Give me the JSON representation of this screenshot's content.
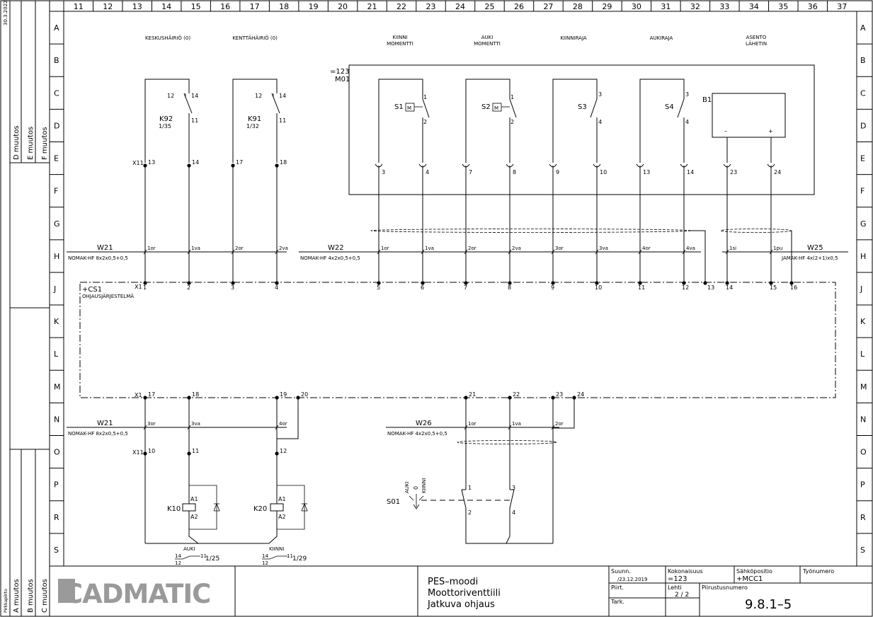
{
  "side_margin": {
    "date": "30.3.2022",
    "bottom_label": "Pirkkapiirto",
    "revisions_top": [
      "D muutos",
      "E muutos",
      "F muutos"
    ],
    "revisions_bottom": [
      "A muutos",
      "B muutos",
      "C muutos"
    ]
  },
  "grid": {
    "columns": [
      "11",
      "12",
      "13",
      "14",
      "15",
      "16",
      "17",
      "18",
      "19",
      "20",
      "21",
      "22",
      "23",
      "24",
      "25",
      "26",
      "27",
      "28",
      "29",
      "30",
      "31",
      "32",
      "33",
      "34",
      "35",
      "36",
      "37"
    ],
    "rows": [
      "A",
      "B",
      "C",
      "D",
      "E",
      "F",
      "G",
      "H",
      "J",
      "K",
      "L",
      "M",
      "N",
      "O",
      "P",
      "R",
      "S"
    ]
  },
  "headers": {
    "keskushairio": "KESKUSHÄIRIÖ (0)",
    "kenttahairio": "KENTTÄHÄIRIÖ (0)",
    "kiinni_momentti": [
      "KIINNI",
      "MOMENTTI"
    ],
    "auki_momentti": [
      "AUKI",
      "MOMENTTI"
    ],
    "kiinniraja": "KIINNIRAJA",
    "aukiraja": "AUKIRAJA",
    "asento_lahetin": [
      "ASENTO",
      "LÄHETIN"
    ]
  },
  "motor_box": {
    "id": "=123",
    "sub": "M01"
  },
  "relays": {
    "k92": "K92",
    "k92_ref": "1/35",
    "k91": "K91",
    "k91_ref": "1/32",
    "pin12": "12",
    "pin14": "14",
    "pin11": "11"
  },
  "switches": {
    "s1": "S1",
    "s2": "S2",
    "s3": "S3",
    "s4": "S4",
    "b1": "B1",
    "m": "M",
    "pin1": "1",
    "pin2": "2",
    "pin3": "3",
    "pin4": "4",
    "minus": "–",
    "plus": "+"
  },
  "motor_terminals": [
    "3",
    "4",
    "7",
    "8",
    "9",
    "10",
    "13",
    "14",
    "23",
    "24"
  ],
  "x11_top": {
    "label": "X11",
    "terms": [
      "13",
      "14",
      "17",
      "18"
    ]
  },
  "cables": {
    "w21": {
      "name": "W21",
      "spec": "NOMAK-HF 8x2x0,5+0,5",
      "cores": [
        "1or",
        "1va",
        "2or",
        "2va"
      ]
    },
    "w22": {
      "name": "W22",
      "spec": "NOMAK-HF 4x2x0,5+0,5",
      "cores": [
        "1or",
        "1va",
        "2or",
        "2va",
        "3or",
        "3va",
        "4or",
        "4va"
      ]
    },
    "w25": {
      "name": "W25",
      "spec": "JAMAK-HF 4x(2+1)x0,5",
      "cores": [
        "1si",
        "1pu"
      ]
    },
    "w21b": {
      "name": "W21",
      "spec": "NOMAK-HF 8x2x0,5+0,5",
      "cores": [
        "3or",
        "3va",
        "4or"
      ]
    },
    "w26": {
      "name": "W26",
      "spec": "NOMAK-HF 4x2x0,5+0,5",
      "cores": [
        "1or",
        "1va",
        "2or"
      ]
    }
  },
  "cs1": {
    "id": "+CS1",
    "name": "OHJAUSJÄRJESTELMÄ",
    "x1": "X1",
    "top_terms": [
      "1",
      "2",
      "3",
      "4",
      "5",
      "6",
      "7",
      "8",
      "9",
      "10",
      "11",
      "12",
      "13",
      "14",
      "15",
      "16"
    ],
    "bottom_terms": [
      "17",
      "18",
      "19",
      "20",
      "21",
      "22",
      "23",
      "24"
    ]
  },
  "x11_bottom": {
    "label": "X11",
    "terms": [
      "10",
      "11",
      "12"
    ]
  },
  "coils": {
    "k10": "K10",
    "k20": "K20",
    "a1": "A1",
    "a2": "A2",
    "auki": "AUKI",
    "kiinni": "KIINNI",
    "ref14": "14",
    "ref12": "12",
    "ref11": "11",
    "k10_ref": "1/25",
    "k20_ref": "1/29"
  },
  "selector": {
    "name": "S01",
    "auki": "AUKI",
    "zero": "0",
    "kiinni": "KIINNI",
    "pin1": "1",
    "pin2": "2",
    "pin3": "3",
    "pin4": "4"
  },
  "title_block": {
    "logo": "CADMATIC",
    "title_lines": [
      "PES–moodi",
      "Moottoriventtiili",
      "Jatkuva ohjaus"
    ],
    "suunn_label": "Suunn.",
    "suunn_value": "/23.12.2019",
    "piirt_label": "Piirt.",
    "tark_label": "Tark.",
    "kokonaisuus_label": "Kokonaisuus",
    "kokonaisuus_value": "=123",
    "lehti_label": "Lehti",
    "lehti_value": "2 / 2",
    "sahkopositio_label": "Sähköpositio",
    "sahkopositio_value": "+MCC1",
    "tyonumero_label": "Työnumero",
    "piirustusnumero_label": "Piirustusnumero",
    "piirustusnumero_value": "9.8.1–5"
  }
}
